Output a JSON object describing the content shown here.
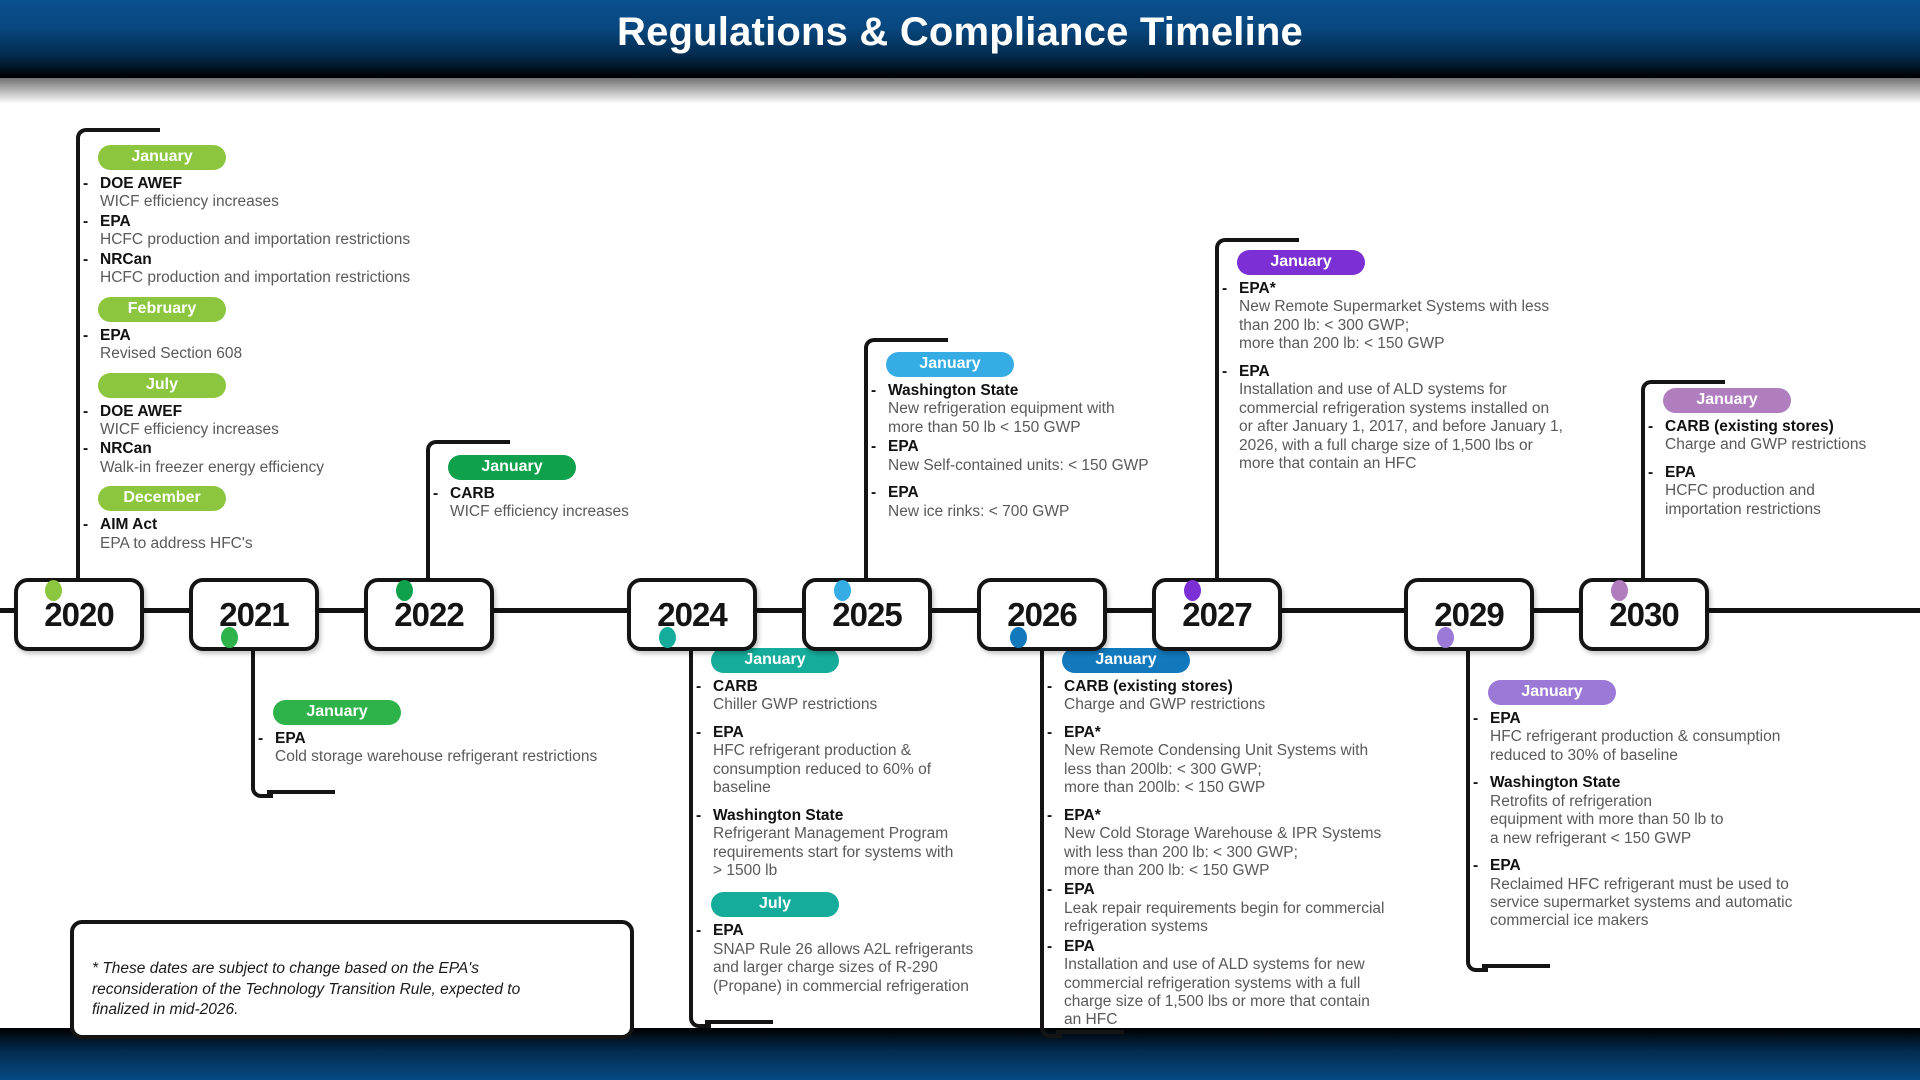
{
  "header": {
    "title": "Regulations & Compliance Timeline"
  },
  "colors": {
    "green_light": "#8CC63F",
    "green_mid": "#2EB34A",
    "green_dark": "#0FA14B",
    "teal": "#15AC9B",
    "blue_light": "#35ACE4",
    "blue_dark": "#1279BD",
    "purple_vivid": "#7B2FD4",
    "purple_mid": "#9B79D6",
    "purple_mauve": "#B07EBF",
    "line": "#141414",
    "body_text": "#595959",
    "header_start": "#0a5190"
  },
  "years": [
    {
      "label": "2020",
      "color": "#8CC63F"
    },
    {
      "label": "2021",
      "color": "#2EB34A"
    },
    {
      "label": "2022",
      "color": "#0FA14B"
    },
    {
      "label": "2024",
      "color": "#15AC9B"
    },
    {
      "label": "2025",
      "color": "#35ACE4"
    },
    {
      "label": "2026",
      "color": "#1279BD"
    },
    {
      "label": "2027",
      "color": "#7B2FD4"
    },
    {
      "label": "2029",
      "color": "#9B79D6"
    },
    {
      "label": "2030",
      "color": "#B07EBF"
    }
  ],
  "blocks": {
    "y2020": {
      "groups": [
        {
          "month": "January",
          "items": [
            {
              "agency": "DOE AWEF",
              "desc": "WICF efficiency increases"
            },
            {
              "agency": "EPA",
              "desc": "HCFC production and importation restrictions"
            },
            {
              "agency": "NRCan",
              "desc": "HCFC production and importation restrictions"
            }
          ]
        },
        {
          "month": "February",
          "items": [
            {
              "agency": "EPA",
              "desc": "Revised Section 608"
            }
          ]
        },
        {
          "month": "July",
          "items": [
            {
              "agency": "DOE AWEF",
              "desc": "WICF efficiency increases"
            },
            {
              "agency": "NRCan",
              "desc": "Walk-in freezer energy efficiency"
            }
          ]
        },
        {
          "month": "December",
          "items": [
            {
              "agency": "AIM Act",
              "desc": "EPA to address HFC's"
            }
          ]
        }
      ]
    },
    "y2021": {
      "groups": [
        {
          "month": "January",
          "items": [
            {
              "agency": "EPA",
              "desc": "Cold storage warehouse refrigerant restrictions"
            }
          ]
        }
      ]
    },
    "y2022": {
      "groups": [
        {
          "month": "January",
          "items": [
            {
              "agency": "CARB",
              "desc": "WICF efficiency increases"
            }
          ]
        }
      ]
    },
    "y2024": {
      "groups": [
        {
          "month": "January",
          "items": [
            {
              "agency": "CARB",
              "desc": "Chiller GWP restrictions"
            },
            {
              "agency": "EPA",
              "desc": "HFC refrigerant production &\nconsumption reduced to 60% of\nbaseline"
            },
            {
              "agency": "Washington State",
              "desc": "Refrigerant Management Program\nrequirements start for systems with\n> 1500 lb"
            }
          ]
        },
        {
          "month": "July",
          "items": [
            {
              "agency": "EPA",
              "desc": "SNAP Rule 26 allows A2L refrigerants\nand larger charge sizes of R-290\n(Propane) in commercial refrigeration"
            }
          ]
        }
      ]
    },
    "y2025": {
      "groups": [
        {
          "month": "January",
          "items": [
            {
              "agency": "Washington State",
              "desc": "New refrigeration equipment with\nmore than 50 lb < 150 GWP"
            },
            {
              "agency": "EPA",
              "desc": "New Self-contained units: < 150 GWP"
            },
            {
              "agency": "EPA",
              "desc": "New ice rinks: < 700 GWP"
            }
          ]
        }
      ]
    },
    "y2026": {
      "groups": [
        {
          "month": "January",
          "items": [
            {
              "agency": "CARB (existing stores)",
              "desc": "Charge and GWP restrictions"
            },
            {
              "agency": "EPA*",
              "desc": "New Remote Condensing Unit Systems with\nless than 200lb: < 300 GWP;\nmore than 200lb: < 150 GWP"
            },
            {
              "agency": "EPA*",
              "desc": "New Cold Storage Warehouse & IPR Systems\nwith less than 200 lb: < 300 GWP;\nmore than 200 lb:  < 150 GWP"
            },
            {
              "agency": "EPA",
              "desc": "Leak repair requirements begin for commercial\nrefrigeration systems"
            },
            {
              "agency": "EPA",
              "desc": "Installation and use of ALD systems for new\ncommercial refrigeration systems with a full\ncharge size of 1,500 lbs or more that contain\nan HFC"
            }
          ]
        }
      ]
    },
    "y2027": {
      "groups": [
        {
          "month": "January",
          "items": [
            {
              "agency": "EPA*",
              "desc": "New Remote Supermarket Systems with less\nthan 200 lb: < 300 GWP;\nmore than 200 lb: < 150 GWP"
            },
            {
              "agency": "EPA",
              "desc": "Installation and use of ALD systems for\ncommercial refrigeration systems installed on\nor after January 1, 2017, and before January 1,\n2026, with a full charge size of 1,500 lbs or\nmore that contain an HFC"
            }
          ]
        }
      ]
    },
    "y2029": {
      "groups": [
        {
          "month": "January",
          "items": [
            {
              "agency": "EPA",
              "desc": "HFC refrigerant production & consumption\nreduced to 30% of baseline"
            },
            {
              "agency": "Washington State",
              "desc": "Retrofits of refrigeration\nequipment with more than 50 lb to\na new refrigerant < 150 GWP"
            },
            {
              "agency": "EPA",
              "desc": "Reclaimed HFC refrigerant must be used to\nservice supermarket systems and automatic\ncommercial ice makers"
            }
          ]
        }
      ]
    },
    "y2030": {
      "groups": [
        {
          "month": "January",
          "items": [
            {
              "agency": "CARB (existing stores)",
              "desc": "Charge and GWP restrictions"
            },
            {
              "agency": "EPA",
              "desc": "HCFC production and\nimportation restrictions"
            }
          ]
        }
      ]
    }
  },
  "footnote": {
    "text": "*  These dates are subject to change based on the EPA's\nreconsideration of the Technology Transition Rule, expected to\nfinalized in mid-2026."
  }
}
